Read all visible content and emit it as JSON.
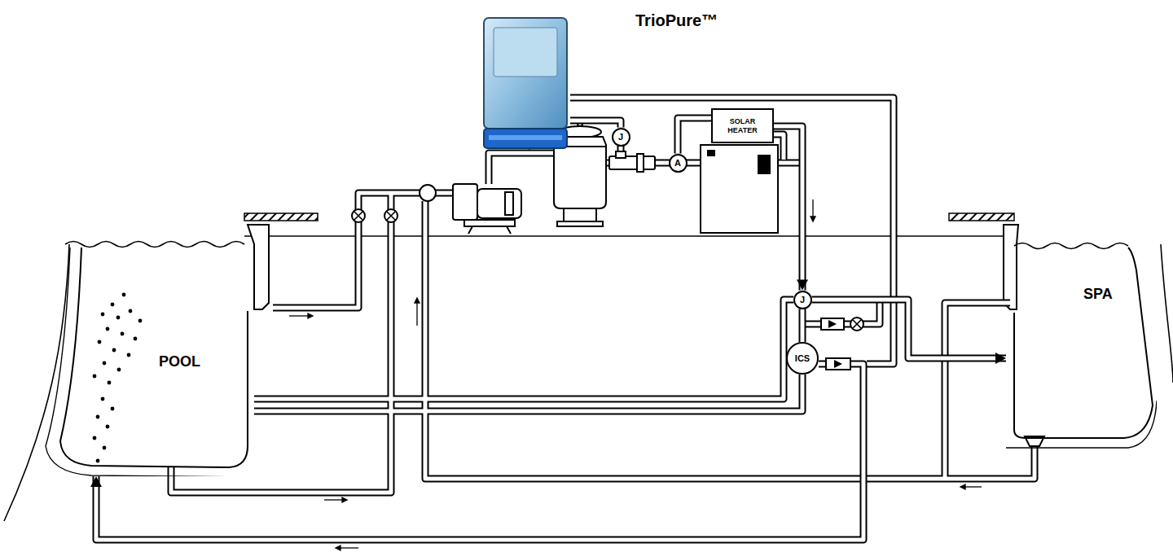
{
  "diagram": {
    "nodes": [
      {
        "text": [
          "TrioPure™"
        ]
      },
      {
        "text": [
          "J"
        ]
      },
      {
        "text": [
          "SOLAR HEATER"
        ]
      },
      {
        "text": [
          "A"
        ]
      },
      {
        "text": [
          "J"
        ]
      },
      {
        "text": [
          "POOL"
        ]
      },
      {
        "text": [
          "ICS"
        ]
      },
      {
        "text": [
          "SPA"
        ]
      }
    ],
    "edges": [
      {
        "from": 0,
        "to": 1,
        "arrow": "none"
      },
      {
        "from": 3,
        "to": 2,
        "arrow": "none"
      },
      {
        "from": 2,
        "to": 4,
        "arrow": "to"
      },
      {
        "from": 4,
        "to": 7,
        "arrow": "to"
      },
      {
        "from": 4,
        "to": 6,
        "arrow": "none"
      },
      {
        "from": 6,
        "to": 5,
        "arrow": "to"
      }
    ]
  }
}
